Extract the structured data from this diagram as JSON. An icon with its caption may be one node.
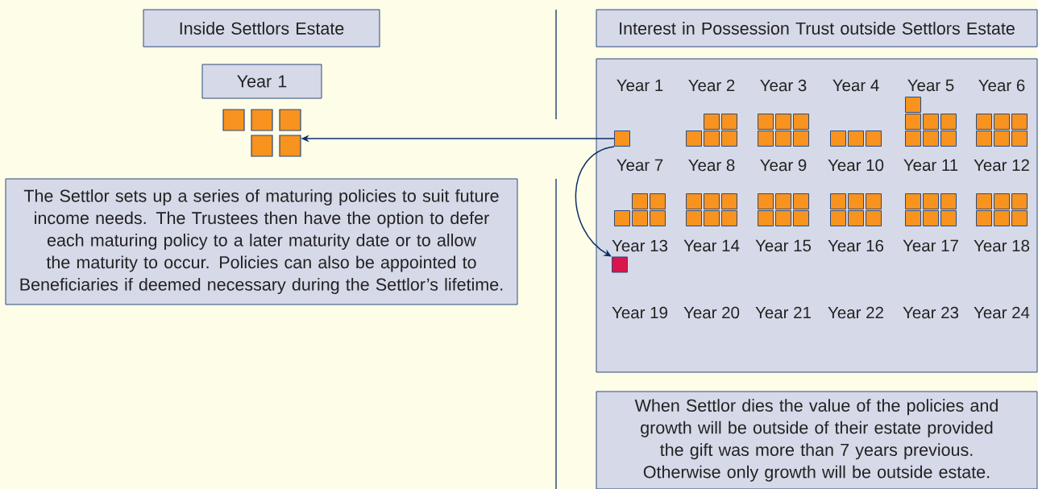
{
  "diagram": {
    "nodes": [
      {
        "text": [
          "Inside Settlors Estate"
        ]
      },
      {
        "text": [
          "Year 1"
        ]
      },
      {
        "text": [],
        "shape": "box"
      },
      {
        "text": [],
        "shape": "box"
      },
      {
        "text": [],
        "shape": "box"
      },
      {
        "text": [],
        "shape": "box"
      },
      {
        "text": [],
        "shape": "box"
      },
      {
        "text": [
          "The Settlor sets up a series of maturing policies to suit future income needs. The Trustees then have the option to defer each maturing policy to a later maturity date or to allow the maturity to occur. Policies can also be appointed to Beneficiaries if deemed necessary during the Settlor’s lifetime."
        ]
      },
      {
        "text": [
          "Interest in Possession Trust outside Settlors Estate"
        ]
      },
      {
        "text": [],
        "shape": "box"
      },
      {
        "text": [],
        "shape": "box",
        "in": 9
      },
      {
        "text": [],
        "shape": "box",
        "in": 9
      },
      {
        "text": [],
        "shape": "box",
        "in": 9
      },
      {
        "text": [],
        "shape": "box",
        "in": 9
      },
      {
        "text": [],
        "shape": "box",
        "in": 9
      },
      {
        "text": [],
        "shape": "box",
        "in": 9
      },
      {
        "text": [],
        "shape": "box",
        "in": 9
      },
      {
        "text": [],
        "shape": "box",
        "in": 9
      },
      {
        "text": [],
        "shape": "box",
        "in": 9
      },
      {
        "text": [],
        "shape": "box",
        "in": 9
      },
      {
        "text": [],
        "shape": "box",
        "in": 9
      },
      {
        "text": [],
        "shape": "box",
        "in": 9
      },
      {
        "text": [],
        "shape": "box",
        "in": 9
      },
      {
        "text": [],
        "shape": "box",
        "in": 9
      },
      {
        "text": [],
        "shape": "box",
        "in": 9
      },
      {
        "text": [],
        "shape": "box",
        "in": 9
      },
      {
        "text": [],
        "shape": "box",
        "in": 9
      },
      {
        "text": [],
        "shape": "box",
        "in": 9
      },
      {
        "text": [],
        "shape": "box",
        "in": 9
      },
      {
        "text": [],
        "shape": "box",
        "in": 9
      },
      {
        "text": [],
        "shape": "box",
        "in": 9
      },
      {
        "text": [],
        "shape": "box",
        "in": 9
      },
      {
        "text": [],
        "shape": "box",
        "in": 9
      },
      {
        "text": [],
        "shape": "box",
        "in": 9
      },
      {
        "text": [],
        "shape": "box",
        "in": 9
      },
      {
        "text": [],
        "shape": "box",
        "in": 9
      },
      {
        "text": [],
        "shape": "box",
        "in": 9
      },
      {
        "text": [],
        "shape": "box",
        "in": 9
      },
      {
        "text": [],
        "shape": "box",
        "in": 9
      },
      {
        "text": [],
        "shape": "box",
        "in": 9
      },
      {
        "text": [],
        "shape": "box",
        "in": 9
      },
      {
        "text": [],
        "shape": "box",
        "in": 9
      },
      {
        "text": [],
        "shape": "box",
        "in": 9
      },
      {
        "text": [],
        "shape": "box",
        "in": 9
      },
      {
        "text": [],
        "shape": "box",
        "in": 9
      },
      {
        "text": [],
        "shape": "box",
        "in": 9
      },
      {
        "text": [],
        "shape": "box",
        "in": 9
      },
      {
        "text": [],
        "shape": "box",
        "in": 9
      },
      {
        "text": [],
        "shape": "box",
        "in": 9
      },
      {
        "text": [],
        "shape": "box",
        "in": 9
      },
      {
        "text": [],
        "shape": "box",
        "in": 9
      },
      {
        "text": [],
        "shape": "box",
        "in": 9
      },
      {
        "text": [],
        "shape": "box",
        "in": 9
      },
      {
        "text": [],
        "shape": "box",
        "in": 9
      },
      {
        "text": [],
        "shape": "box",
        "in": 9
      },
      {
        "text": [],
        "shape": "box",
        "in": 9
      },
      {
        "text": [],
        "shape": "box",
        "in": 9
      },
      {
        "text": [],
        "shape": "box",
        "in": 9
      },
      {
        "text": [],
        "shape": "box",
        "in": 9
      },
      {
        "text": [],
        "shape": "box",
        "in": 9
      },
      {
        "text": [],
        "shape": "box",
        "in": 9
      },
      {
        "text": [],
        "shape": "box",
        "in": 9
      },
      {
        "text": [],
        "shape": "box",
        "in": 9
      },
      {
        "text": [],
        "shape": "box",
        "in": 9
      },
      {
        "text": [],
        "shape": "box",
        "in": 9
      },
      {
        "text": [],
        "shape": "box",
        "in": 9
      },
      {
        "text": [],
        "shape": "box",
        "in": 9
      },
      {
        "text": [],
        "shape": "box",
        "in": 9
      },
      {
        "text": [],
        "shape": "box",
        "in": 9
      },
      {
        "text": [],
        "shape": "box",
        "in": 9
      },
      {
        "text": [],
        "shape": "box",
        "in": 9
      },
      {
        "text": [],
        "shape": "box",
        "in": 9
      },
      {
        "text": [],
        "shape": "box",
        "in": 9
      },
      {
        "text": [],
        "shape": "box",
        "in": 9
      },
      {
        "text": [
          "When Settlor dies the value of the policies and growth will be outside of their estate provided the gift was more than 7 years previous. Otherwise only growth will be outside estate."
        ]
      }
    ],
    "edges": [
      {
        "from": 10,
        "to": 6,
        "arrow": "to"
      },
      {
        "from": 10,
        "to": 73,
        "arrow": "to"
      }
    ],
    "labels": [
      "Year 1",
      "Year 2",
      "Year 3",
      "Year 4",
      "Year 5",
      "Year 6",
      "Year 7",
      "Year 8",
      "Year 9",
      "Year 10",
      "Year 11",
      "Year 12",
      "Year 13",
      "Year 14",
      "Year 15",
      "Year 16",
      "Year 17",
      "Year 18",
      "Year 19",
      "Year 20",
      "Year 21",
      "Year 22",
      "Year 23",
      "Year 24"
    ]
  }
}
